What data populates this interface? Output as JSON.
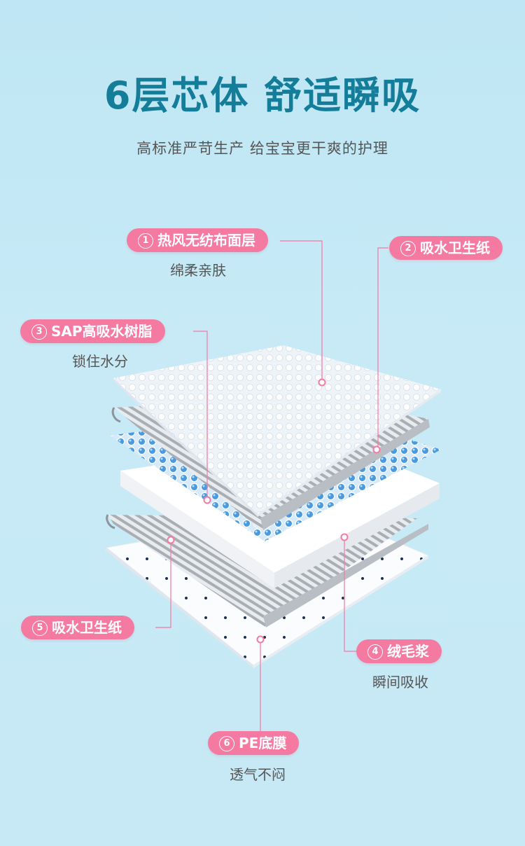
{
  "title": "6层芯体 舒适瞬吸",
  "subtitle": "高标准严苛生产  给宝宝更干爽的护理",
  "layers": [
    {
      "num": "1",
      "label": "热风无纺布面层",
      "desc": "绵柔亲肤"
    },
    {
      "num": "2",
      "label": "吸水卫生纸",
      "desc": ""
    },
    {
      "num": "3",
      "label": "SAP高吸水树脂",
      "desc": "锁住水分"
    },
    {
      "num": "4",
      "label": "绒毛浆",
      "desc": "瞬间吸收"
    },
    {
      "num": "5",
      "label": "吸水卫生纸",
      "desc": ""
    },
    {
      "num": "6",
      "label": "PE底膜",
      "desc": "透气不闷"
    }
  ],
  "colors": {
    "accent_pink": "#f47aa2",
    "title_teal": "#137d9a",
    "background": "#c4e8f5",
    "bead_blue": "#4a9ae0"
  }
}
